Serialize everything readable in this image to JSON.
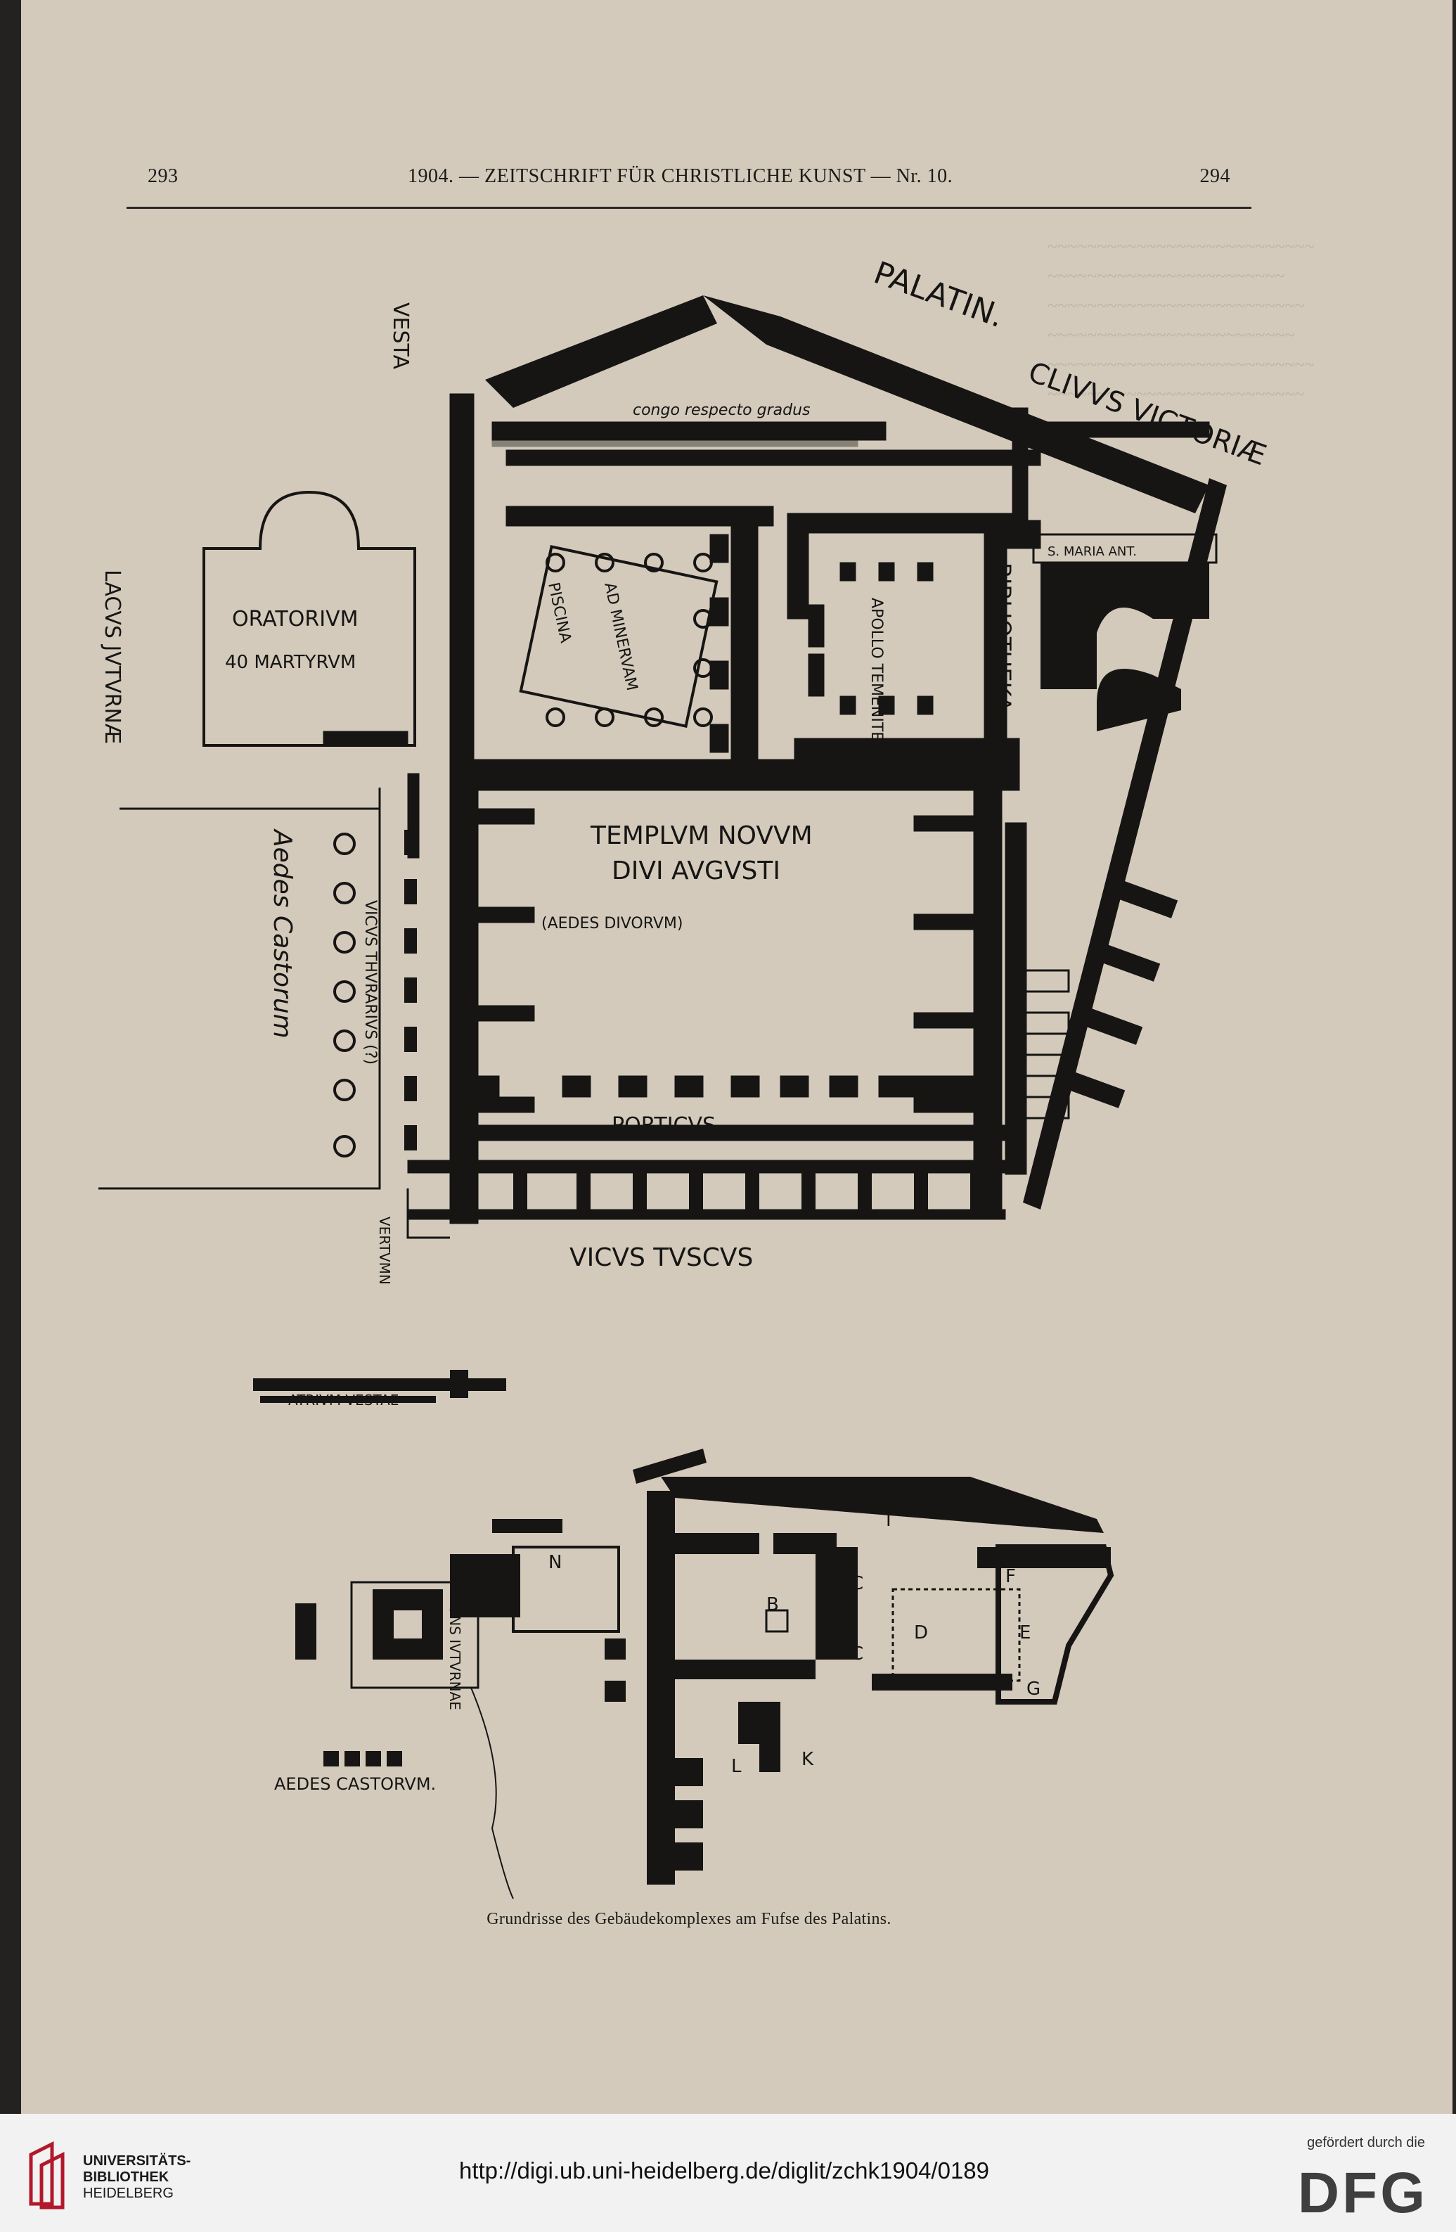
{
  "header": {
    "page_left": "293",
    "title": "1904. — ZEITSCHRIFT FÜR CHRISTLICHE KUNST — Nr. 10.",
    "page_right": "294"
  },
  "plan_labels": {
    "palatin": "PALATIN.",
    "clivus": "CLIVVS VICTORIÆ",
    "vesta": "VESTA",
    "congo": "congo respecto gradus",
    "maria": "S. MARIA ANT.",
    "apollo": "APOLLO TEMENITES",
    "minervam": "AD MINERVAM",
    "piscina": "PISCINA",
    "bibliotheka": "BIBLIOTHEKA",
    "oratorium": "ORATORIVM",
    "martyrum": "40 MARTYRVM",
    "lacus": "LACVS JVTVRNÆ",
    "aedes_castorum": "Aedes Castorum",
    "templum": "TEMPLVM NOVVM",
    "divi": "DIVI AVGVSTI",
    "aedes_divorum": "(AEDES DIVORVM)",
    "vicus_thurarius": "VICVS THVRARIVS (?)",
    "porticus": "PORTICVS.",
    "vicus_tuscus": "VICVS TVSCVS",
    "vertumnus": "VERTVMN",
    "atrium": "ATRIVM VESTAE",
    "fons": "FONS IVTVRNAE",
    "aedes_castorum_2": "AEDES CASTORVM."
  },
  "caption": "Grundrisse des Gebäudekomplexes am Fufse des Palatins.",
  "footer": {
    "institution_line1": "UNIVERSITÄTS-",
    "institution_line2": "BIBLIOTHEK",
    "institution_line3": "HEIDELBERG",
    "url": "http://digi.ub.uni-heidelberg.de/diglit/zchk1904/0189",
    "funder_text": "gefördert durch die",
    "funder_logo": "DFG"
  },
  "colors": {
    "paper": "#d3cabb",
    "ink": "#161514",
    "footer_bg": "#f2f2f2",
    "ub_red": "#b2182b"
  }
}
